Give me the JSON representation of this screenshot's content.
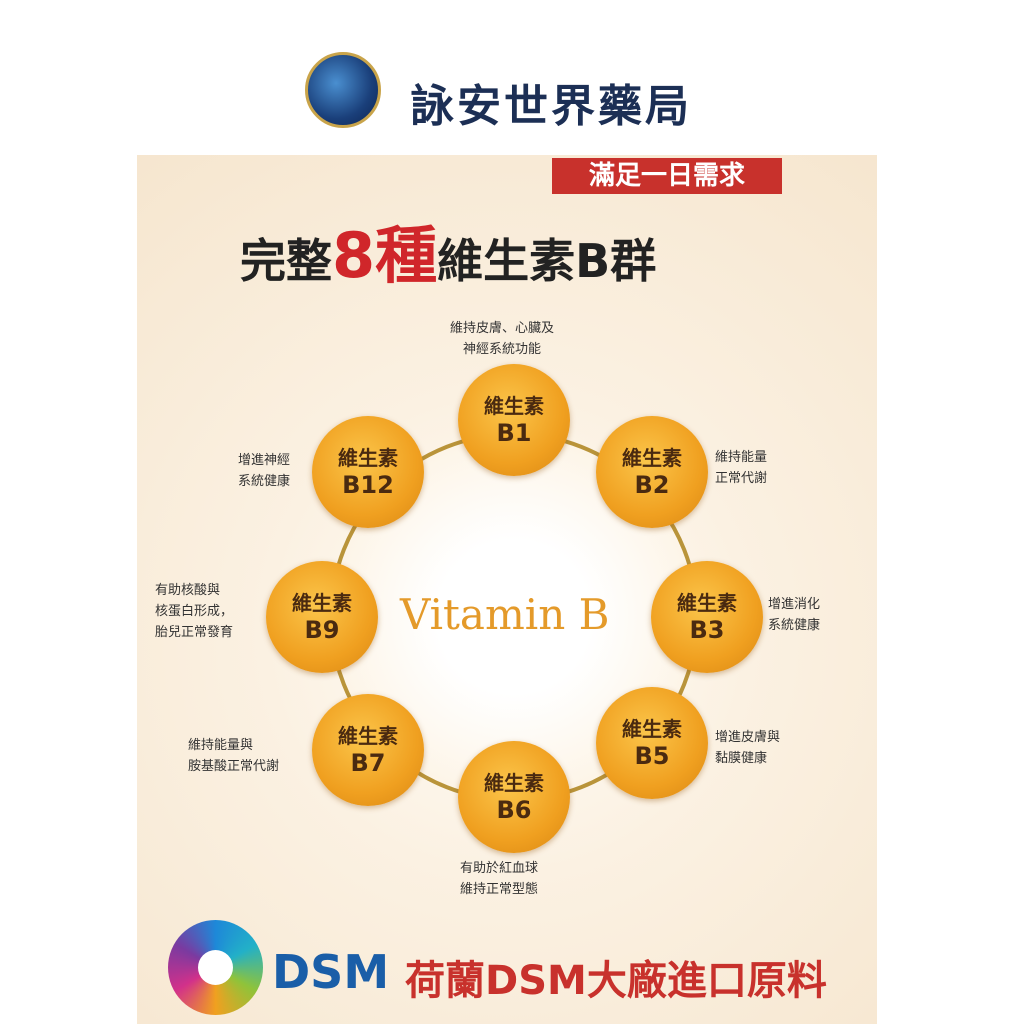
{
  "header": {
    "brand": "詠安世界藥局"
  },
  "badge": "滿足一日需求",
  "headline": {
    "pre": "完整",
    "number": "8種",
    "post": "維生素B群"
  },
  "center_label": "Vitamin B",
  "ball_title": "維生素",
  "vitamins": [
    {
      "code": "B1",
      "desc": [
        "維持皮膚、心臟及",
        "神經系統功能"
      ]
    },
    {
      "code": "B2",
      "desc": [
        "維持能量",
        "正常代謝"
      ]
    },
    {
      "code": "B3",
      "desc": [
        "增進消化",
        "系統健康"
      ]
    },
    {
      "code": "B5",
      "desc": [
        "增進皮膚與",
        "黏膜健康"
      ]
    },
    {
      "code": "B6",
      "desc": [
        "有助於紅血球",
        "維持正常型態"
      ]
    },
    {
      "code": "B7",
      "desc": [
        "維持能量與",
        "胺基酸正常代謝"
      ]
    },
    {
      "code": "B9",
      "desc": [
        "有助核酸與",
        "核蛋白形成，",
        "胎兒正常發育"
      ]
    },
    {
      "code": "B12",
      "desc": [
        "增進神經",
        "系統健康"
      ]
    }
  ],
  "footer": {
    "dsm": "DSM",
    "text": "荷蘭DSM大廠進口原料"
  }
}
